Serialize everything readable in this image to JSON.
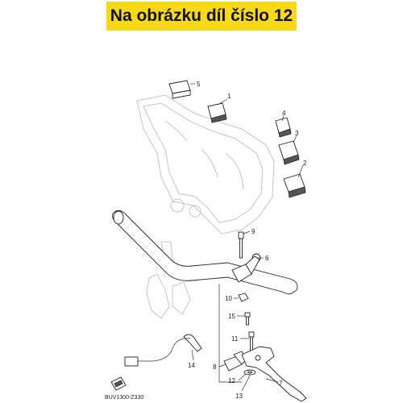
{
  "banner": {
    "text": "Na obrázku díl číslo 12",
    "color": "#f7d917"
  },
  "diagram": {
    "code": "BUV1300-Z330",
    "callouts": [
      "1",
      "2",
      "3",
      "4",
      "5",
      "6",
      "7",
      "8",
      "9",
      "10",
      "11",
      "12",
      "13",
      "14",
      "15"
    ]
  }
}
